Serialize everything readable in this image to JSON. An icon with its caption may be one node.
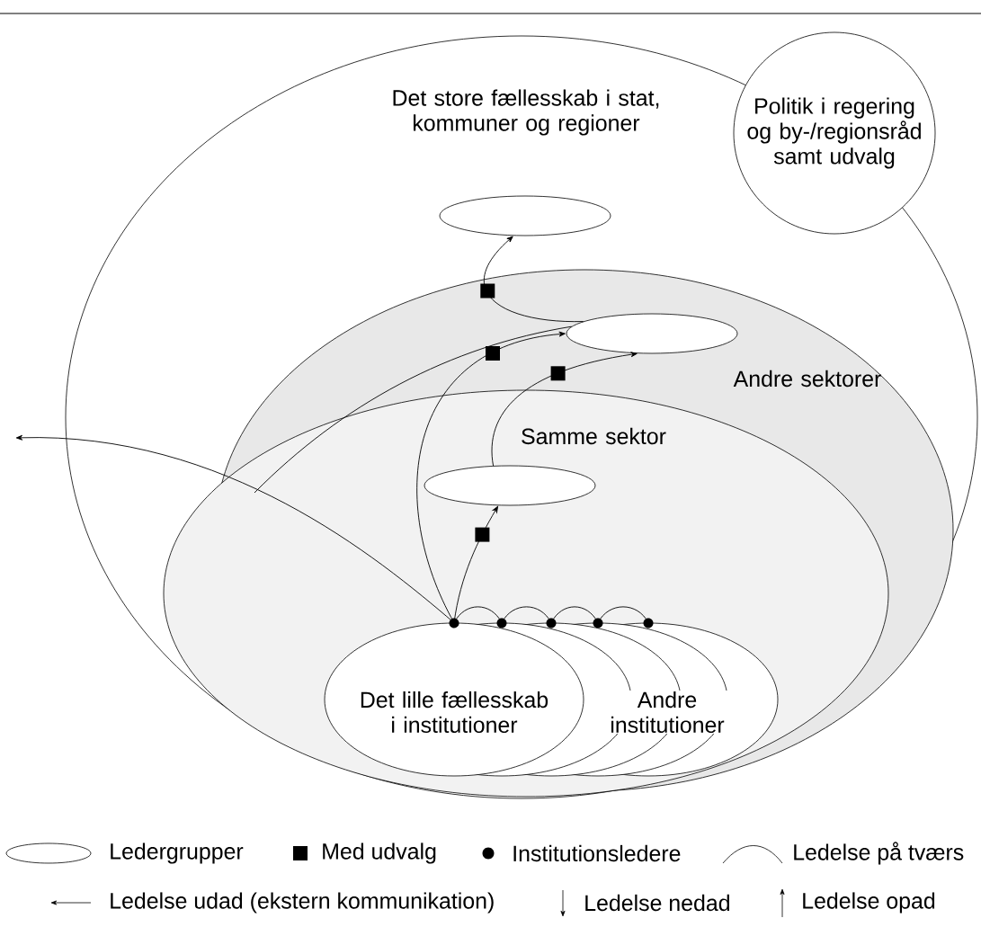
{
  "diagram": {
    "nodes": [
      {
        "text": [
          "Det store fællesskab i stat, kommuner og regioner"
        ]
      },
      {
        "text": [
          "Politik i regering og by-/regionsråd samt udvalg"
        ]
      },
      {
        "text": [],
        "shape": "circle",
        "in": 0
      },
      {
        "text": [
          "Andre sektorer"
        ],
        "in": 0
      },
      {
        "text": [],
        "shape": "circle",
        "in": 3
      },
      {
        "text": [
          "Samme sektor"
        ],
        "in": 0
      },
      {
        "text": [],
        "shape": "circle",
        "in": 5
      },
      {
        "text": [
          "Det lille fællesskab i institutioner"
        ],
        "in": 5
      },
      {
        "text": [],
        "shape": "circle",
        "in": 5
      },
      {
        "text": [],
        "shape": "circle",
        "in": 5
      },
      {
        "text": [],
        "shape": "circle",
        "in": 5
      },
      {
        "text": [],
        "shape": "circle",
        "in": 5
      }
    ],
    "edges": [
      {
        "from": 7,
        "to": 6,
        "arrow": "to"
      },
      {
        "from": 7,
        "to": 4,
        "arrow": "to"
      },
      {
        "from": 6,
        "to": 4,
        "arrow": "to"
      },
      {
        "from": 4,
        "to": 2,
        "arrow": "to"
      },
      {
        "from": 7,
        "to": null,
        "arrow": "to"
      },
      {
        "from": 7,
        "to": 8,
        "arrow": "none"
      },
      {
        "from": 8,
        "to": 9,
        "arrow": "none"
      },
      {
        "from": 9,
        "to": 10,
        "arrow": "none"
      },
      {
        "from": 10,
        "to": 11,
        "arrow": "none"
      },
      {
        "from": null,
        "to": 4,
        "arrow": "none"
      }
    ],
    "labels": [
      "Andre institutioner"
    ],
    "legend": [
      {
        "text": "Ledergrupper"
      },
      {
        "text": "Med udvalg"
      },
      {
        "text": "Institutionsledere"
      },
      {
        "text": "Ledelse på tværs"
      },
      {
        "text": "Ledelse udad (ekstern kommunikation)"
      },
      {
        "text": "Ledelse nedad"
      },
      {
        "text": "Ledelse opad"
      }
    ]
  }
}
